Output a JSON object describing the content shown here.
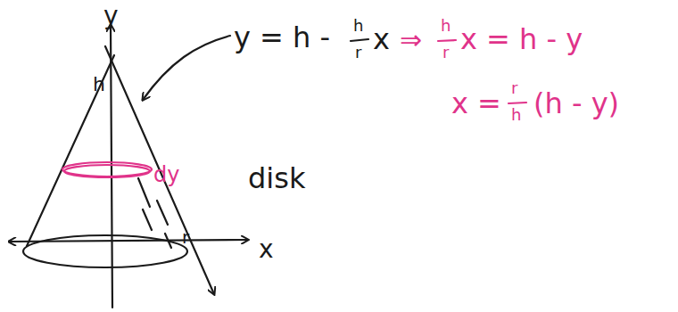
{
  "diagram": {
    "labels": [
      "y",
      "h",
      "r",
      "x",
      "y = h -",
      "h",
      "r",
      "x",
      "disk",
      "dy",
      "⇒",
      "h",
      "r",
      "x = h - y",
      "x =",
      "r",
      "h",
      "(h - y)"
    ]
  }
}
